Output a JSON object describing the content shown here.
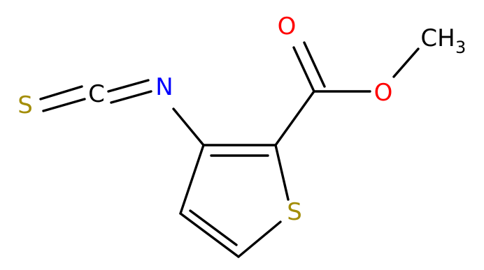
{
  "molecule": {
    "atoms": {
      "s_thiocyanate": {
        "symbol": "S",
        "color": "#A38D07"
      },
      "c_thiocyanate": {
        "symbol": "C",
        "color": "#000000"
      },
      "n_isothiocyanate": {
        "symbol": "N",
        "color": "#0000FF"
      },
      "s_ring": {
        "symbol": "S",
        "color": "#A38D07"
      },
      "o_carbonyl": {
        "symbol": "O",
        "color": "#FF0000"
      },
      "o_ester": {
        "symbol": "O",
        "color": "#FF0000"
      },
      "methyl": {
        "symbol": "CH",
        "subscript": "3",
        "color": "#000000"
      }
    }
  }
}
